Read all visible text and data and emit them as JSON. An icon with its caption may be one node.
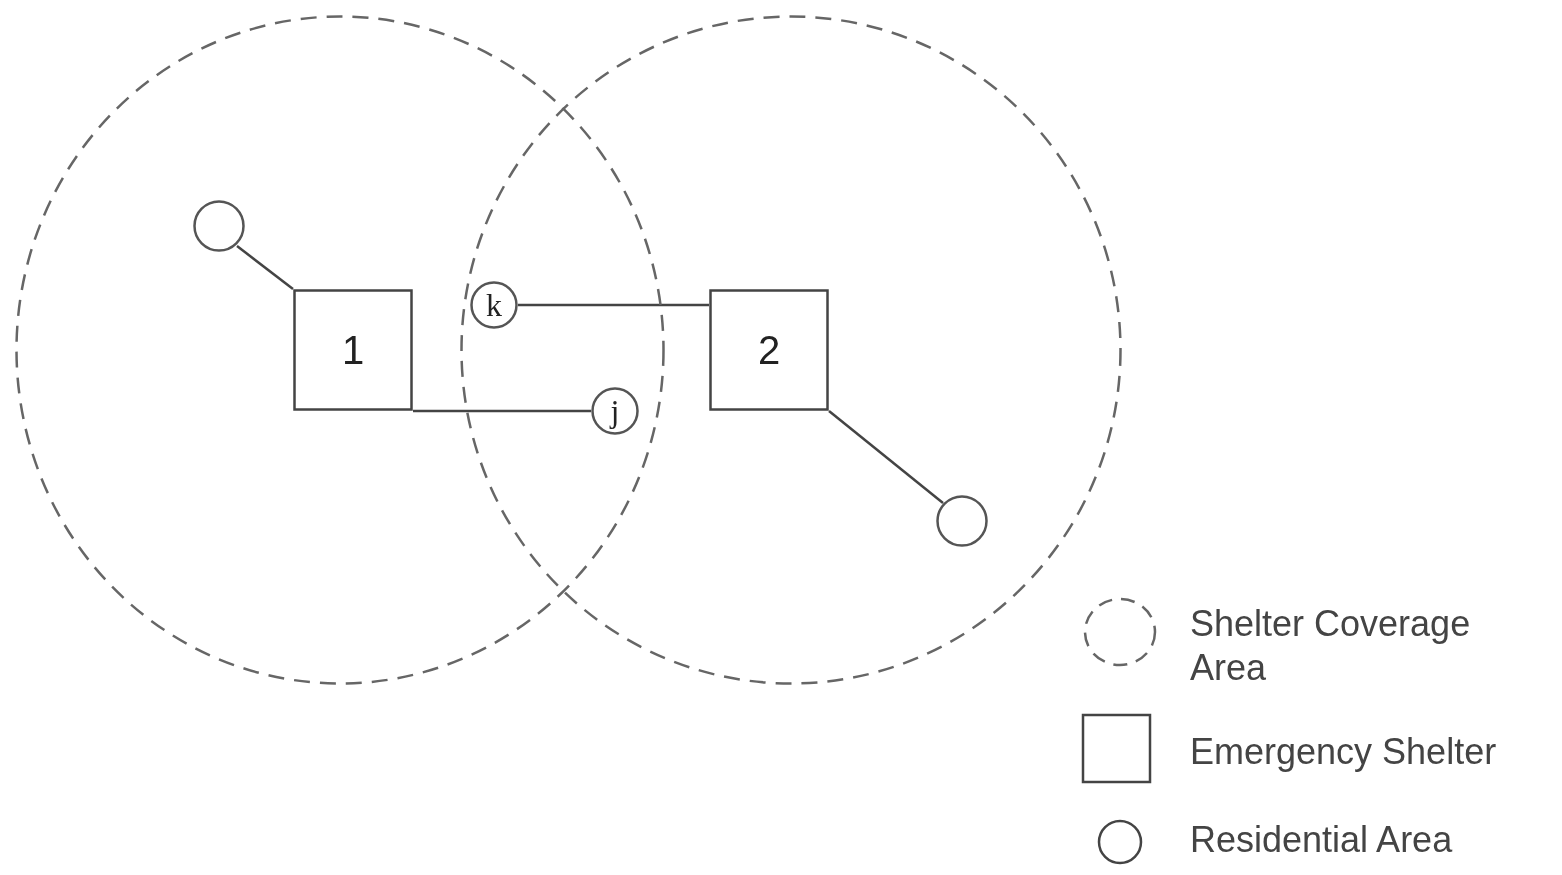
{
  "diagram": {
    "nodes": [
      {
        "text": [],
        "shape": "circle"
      },
      {
        "text": [],
        "shape": "circle"
      },
      {
        "text": [],
        "shape": "circle",
        "in": 0
      },
      {
        "text": [
          "1"
        ],
        "in": 0
      },
      {
        "text": [
          "k"
        ]
      },
      {
        "text": [
          "2"
        ],
        "in": 1
      },
      {
        "text": [
          "j"
        ]
      },
      {
        "text": [],
        "shape": "circle",
        "in": 1
      }
    ],
    "edges": [
      {
        "from": 2,
        "to": 3,
        "arrow": "none"
      },
      {
        "from": 4,
        "to": 5,
        "arrow": "none"
      },
      {
        "from": 3,
        "to": 6,
        "arrow": "none"
      },
      {
        "from": 5,
        "to": 7,
        "arrow": "none"
      }
    ],
    "legend": [
      {
        "text": "Shelter Coverage Area"
      },
      {
        "text": "Emergency Shelter"
      },
      {
        "text": "Residential Area"
      }
    ]
  }
}
